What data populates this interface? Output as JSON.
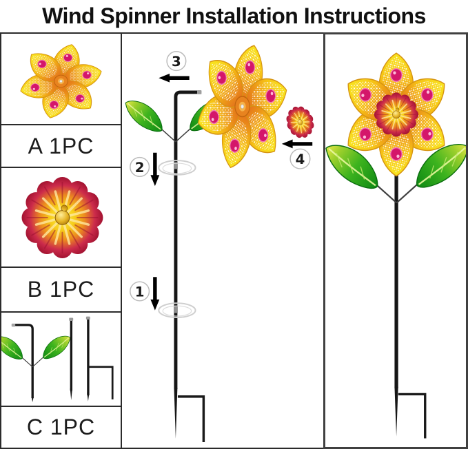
{
  "title": "Wind Spinner Installation Instructions",
  "parts": {
    "a": {
      "label": "A 1PC"
    },
    "b": {
      "label": "B 1PC"
    },
    "c": {
      "label": "C 1PC"
    }
  },
  "steps": {
    "s1": {
      "number": "1"
    },
    "s2": {
      "number": "2"
    },
    "s3": {
      "number": "3"
    },
    "s4": {
      "number": "4"
    }
  },
  "colors": {
    "petal_tip_yellow": "#f9e61f",
    "petal_base_orange": "#e4731c",
    "gem_pink": "#d4166a",
    "cap_red": "#a81230",
    "cap_yellow": "#f7ce1a",
    "knob_gold": "#e6b426",
    "leaf_green": "#3db31e",
    "pole_black": "#161616",
    "panel_border": "#2b2b2b",
    "ring_gray": "#cfcfcf"
  }
}
